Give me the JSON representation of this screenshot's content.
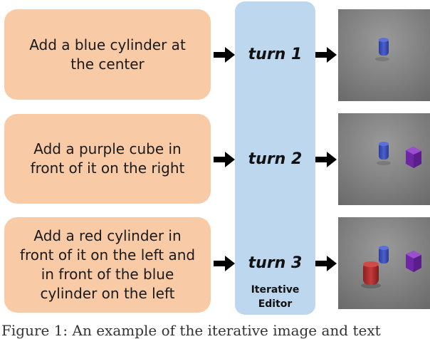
{
  "instructions": [
    {
      "text": "Add a blue cylinder at the center"
    },
    {
      "text": "Add a purple cube in front of it on the right"
    },
    {
      "text": "Add a red cylinder in front of it on the left and in front of the blue cylinder on the left"
    }
  ],
  "turns": [
    {
      "label": "turn 1"
    },
    {
      "label": "turn 2"
    },
    {
      "label": "turn 3"
    }
  ],
  "editor": {
    "label_line1": "Iterative",
    "label_line2": "Editor"
  },
  "caption": {
    "text": "Figure 1: An example of the iterative image and text"
  },
  "colors": {
    "instruction_box": "#f8caa6",
    "editor_box": "#bcd7ee",
    "blue_cylinder": "#3a4fb8",
    "purple_cube": "#7a2fb0",
    "red_cylinder": "#b83030",
    "scene_background": "#7c7c7c"
  }
}
